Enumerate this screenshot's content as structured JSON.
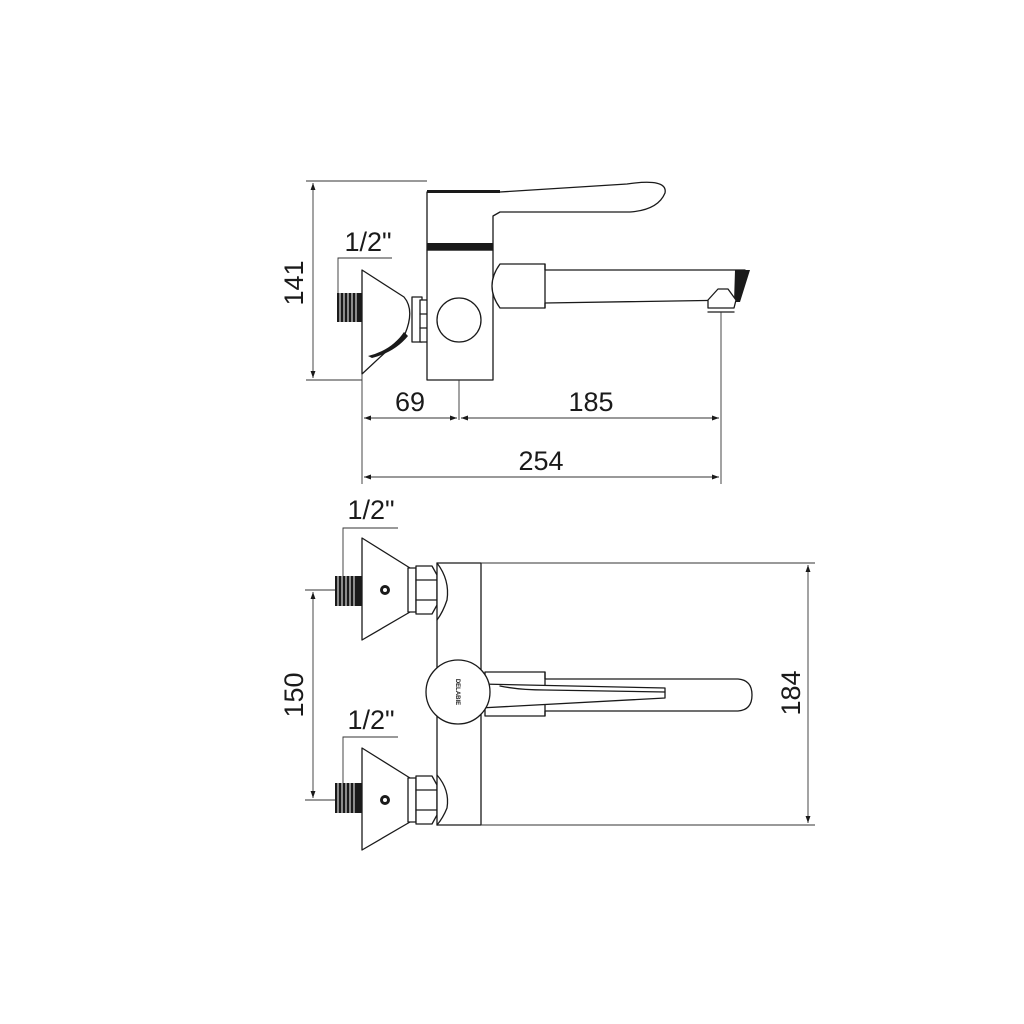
{
  "side_view": {
    "dim_height": "141",
    "dim_left": "69",
    "dim_right": "185",
    "dim_total": "254",
    "thread": "1/2\""
  },
  "front_view": {
    "dim_spacing": "150",
    "dim_height": "184",
    "thread_top": "1/2\"",
    "thread_bottom": "1/2\"",
    "brand_mark": "DELABIE"
  }
}
